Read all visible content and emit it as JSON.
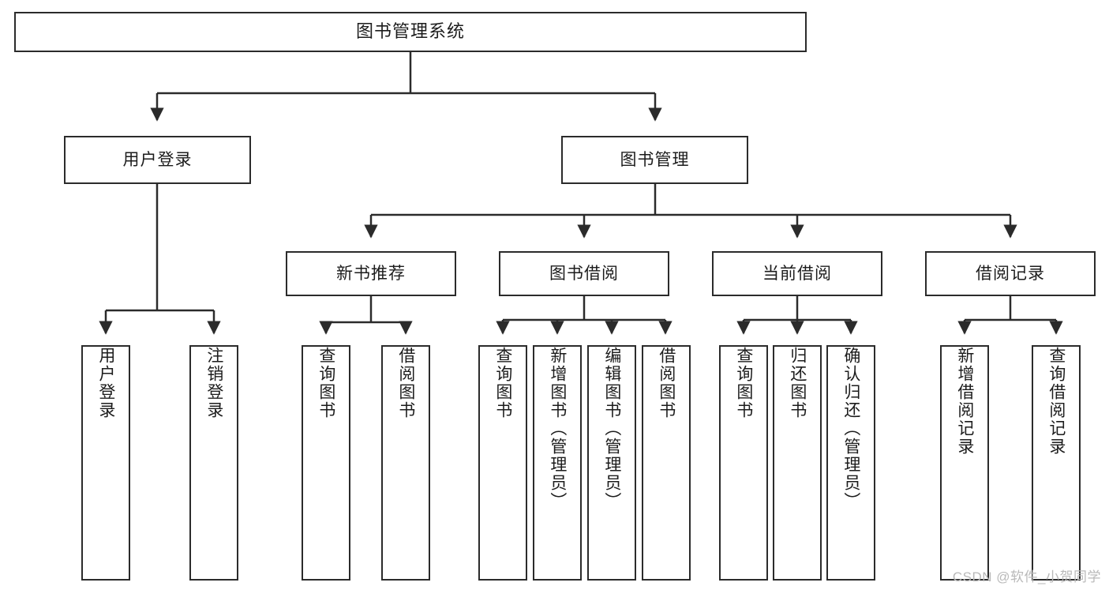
{
  "diagram": {
    "title": "图书管理系统",
    "watermark": "CSDN @软件_小贺同学",
    "stroke_color": "#2b2b2b",
    "fill_color": "#ffffff",
    "background": "#ffffff",
    "text_color": "#1c1c1c",
    "watermark_color": "#b9b9b9"
  },
  "nodes": {
    "root": {
      "label": "图书管理系统"
    },
    "level2": [
      {
        "label": "用户登录"
      },
      {
        "label": "图书管理"
      }
    ],
    "level3": [
      {
        "label": "新书推荐"
      },
      {
        "label": "图书借阅"
      },
      {
        "label": "当前借阅"
      },
      {
        "label": "借阅记录"
      }
    ],
    "leaves": {
      "user_login": [
        {
          "label": "用户登录"
        },
        {
          "label": "注销登录"
        }
      ],
      "new_book": [
        {
          "label": "查询图书"
        },
        {
          "label": "借阅图书"
        }
      ],
      "borrow": [
        {
          "label": "查询图书"
        },
        {
          "label": "新增图书（管理员）"
        },
        {
          "label": "编辑图书（管理员）"
        },
        {
          "label": "借阅图书"
        }
      ],
      "current": [
        {
          "label": "查询图书"
        },
        {
          "label": "归还图书"
        },
        {
          "label": "确认归还（管理员）"
        }
      ],
      "records": [
        {
          "label": "新增借阅记录"
        },
        {
          "label": "查询借阅记录"
        }
      ]
    }
  }
}
